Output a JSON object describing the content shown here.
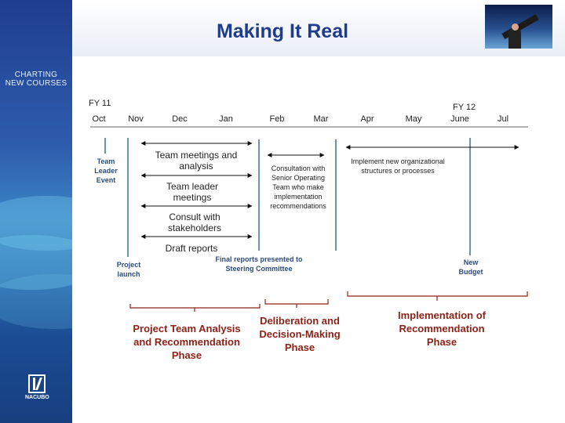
{
  "title": "Making It Real",
  "brand": {
    "logo_line1": "CHARTING",
    "logo_line2": "NEW COURSES",
    "org": "NACUBO"
  },
  "timeline": {
    "fy_start": "FY 11",
    "fy_end": "FY 12",
    "months": [
      "Oct",
      "Nov",
      "Dec",
      "Jan",
      "Feb",
      "Mar",
      "Apr",
      "May",
      "June",
      "Jul"
    ]
  },
  "milestones": {
    "team_leader_event": "Team Leader Event",
    "project_launch": "Project launch",
    "final_reports": "Final reports presented to Steering Committee",
    "new_budget": "New Budget"
  },
  "activities": {
    "team_meetings": "Team meetings and analysis",
    "team_leader_meetings": "Team leader meetings",
    "consult_stakeholders": "Consult with stakeholders",
    "draft_reports": "Draft reports",
    "consultation_sot": "Consultation with Senior Operating Team who make implementation recommendations",
    "implement": "Implement new organizational structures or processes"
  },
  "phases": {
    "analysis": "Project Team Analysis and Recommendation Phase",
    "deliberation": "Deliberation and Decision-Making Phase",
    "implementation": "Implementation of Recommendation Phase"
  },
  "colors": {
    "title": "#1f3c8c",
    "milestone_line": "#3b6e93",
    "phase_text": "#8b2318"
  }
}
